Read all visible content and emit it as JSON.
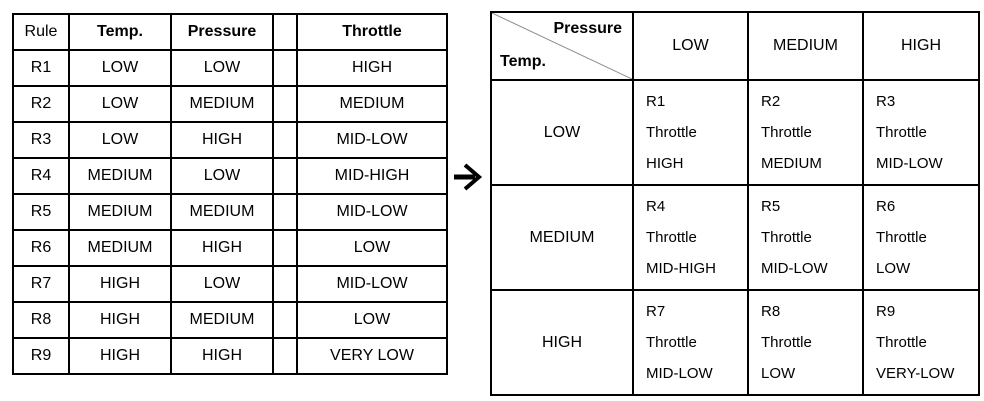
{
  "left_table": {
    "header": {
      "rule": "Rule",
      "temp": "Temp.",
      "pressure": "Pressure",
      "separator": "",
      "throttle": "Throttle"
    },
    "rows": [
      {
        "rule": "R1",
        "temp": "LOW",
        "pressure": "LOW",
        "throttle": "HIGH"
      },
      {
        "rule": "R2",
        "temp": "LOW",
        "pressure": "MEDIUM",
        "throttle": "MEDIUM"
      },
      {
        "rule": "R3",
        "temp": "LOW",
        "pressure": "HIGH",
        "throttle": "MID-LOW"
      },
      {
        "rule": "R4",
        "temp": "MEDIUM",
        "pressure": "LOW",
        "throttle": "MID-HIGH"
      },
      {
        "rule": "R5",
        "temp": "MEDIUM",
        "pressure": "MEDIUM",
        "throttle": "MID-LOW"
      },
      {
        "rule": "R6",
        "temp": "MEDIUM",
        "pressure": "HIGH",
        "throttle": "LOW"
      },
      {
        "rule": "R7",
        "temp": "HIGH",
        "pressure": "LOW",
        "throttle": "MID-LOW"
      },
      {
        "rule": "R8",
        "temp": "HIGH",
        "pressure": "MEDIUM",
        "throttle": "LOW"
      },
      {
        "rule": "R9",
        "temp": "HIGH",
        "pressure": "HIGH",
        "throttle": "VERY LOW"
      }
    ]
  },
  "arrow": {
    "icon": "right-arrow",
    "glyph": "→"
  },
  "right_table": {
    "corner": {
      "top_label": "Pressure",
      "bottom_label": "Temp."
    },
    "col_headers": [
      "LOW",
      "MEDIUM",
      "HIGH"
    ],
    "rows": [
      {
        "header": "LOW",
        "cells": [
          {
            "rule": "R1",
            "label": "Throttle",
            "value": "HIGH"
          },
          {
            "rule": "R2",
            "label": "Throttle",
            "value": "MEDIUM"
          },
          {
            "rule": "R3",
            "label": "Throttle",
            "value": "MID-LOW"
          }
        ]
      },
      {
        "header": "MEDIUM",
        "cells": [
          {
            "rule": "R4",
            "label": "Throttle",
            "value": "MID-HIGH"
          },
          {
            "rule": "R5",
            "label": "Throttle",
            "value": "MID-LOW"
          },
          {
            "rule": "R6",
            "label": "Throttle",
            "value": "LOW"
          }
        ]
      },
      {
        "header": "HIGH",
        "cells": [
          {
            "rule": "R7",
            "label": "Throttle",
            "value": "MID-LOW"
          },
          {
            "rule": "R8",
            "label": "Throttle",
            "value": "LOW"
          },
          {
            "rule": "R9",
            "label": "Throttle",
            "value": "VERY-LOW"
          }
        ]
      }
    ]
  },
  "colors": {
    "background": "#ffffff",
    "border": "#000000",
    "text": "#000000",
    "diagonal_line": "#8c8c8c"
  }
}
